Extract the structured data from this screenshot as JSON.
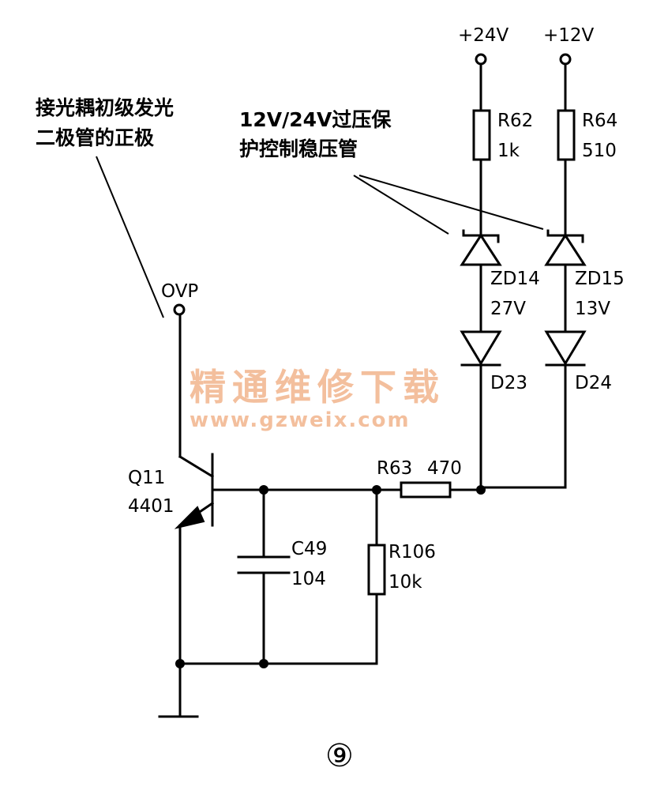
{
  "supplies": {
    "v24": "+24V",
    "v12": "+12V"
  },
  "annotations": {
    "optocoupler_line1": "接光耦初级发光",
    "optocoupler_line2": "二极管的正极",
    "zener_line1": "12V/24V过压保",
    "zener_line2": "护控制稳压管"
  },
  "nodes": {
    "ovp": "OVP"
  },
  "components": {
    "r62": {
      "ref": "R62",
      "value": "1k"
    },
    "r64": {
      "ref": "R64",
      "value": "510"
    },
    "zd14": {
      "ref": "ZD14",
      "value": "27V"
    },
    "zd15": {
      "ref": "ZD15",
      "value": "13V"
    },
    "d23": {
      "ref": "D23"
    },
    "d24": {
      "ref": "D24"
    },
    "q11": {
      "ref": "Q11",
      "value": "4401"
    },
    "r63": {
      "ref": "R63",
      "value": "470"
    },
    "c49": {
      "ref": "C49",
      "value": "104"
    },
    "r106": {
      "ref": "R106",
      "value": "10k"
    }
  },
  "watermark": {
    "title": "精通维修下载",
    "url": "www.gzweix.com",
    "color": "#f2b48c"
  },
  "figure_number": "⑨"
}
